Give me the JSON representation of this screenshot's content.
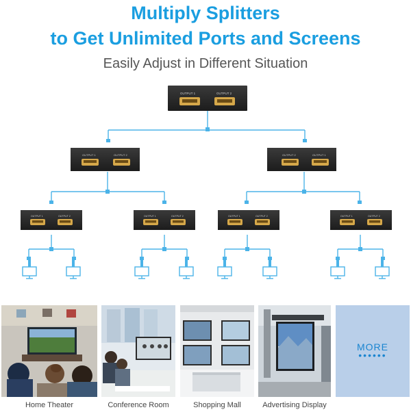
{
  "header": {
    "title_line1": "Multiply Splitters",
    "title_line2": "to Get Unlimited Ports and Screens",
    "subtitle": "Easily Adjust in Different Situation"
  },
  "splitter": {
    "port_label_1": "OUTPUT 1",
    "port_label_2": "OUTPUT 2"
  },
  "colors": {
    "title": "#1a9ee0",
    "connector": "#4bb3e8",
    "device": "#2b2b2b",
    "port": "#d6a84a"
  },
  "scenarios": [
    {
      "label": "Home Theater"
    },
    {
      "label": "Conference Room"
    },
    {
      "label": "Shopping Mall"
    },
    {
      "label": "Advertising Display"
    }
  ],
  "more": {
    "label": "MORE",
    "dots": "••••••"
  }
}
